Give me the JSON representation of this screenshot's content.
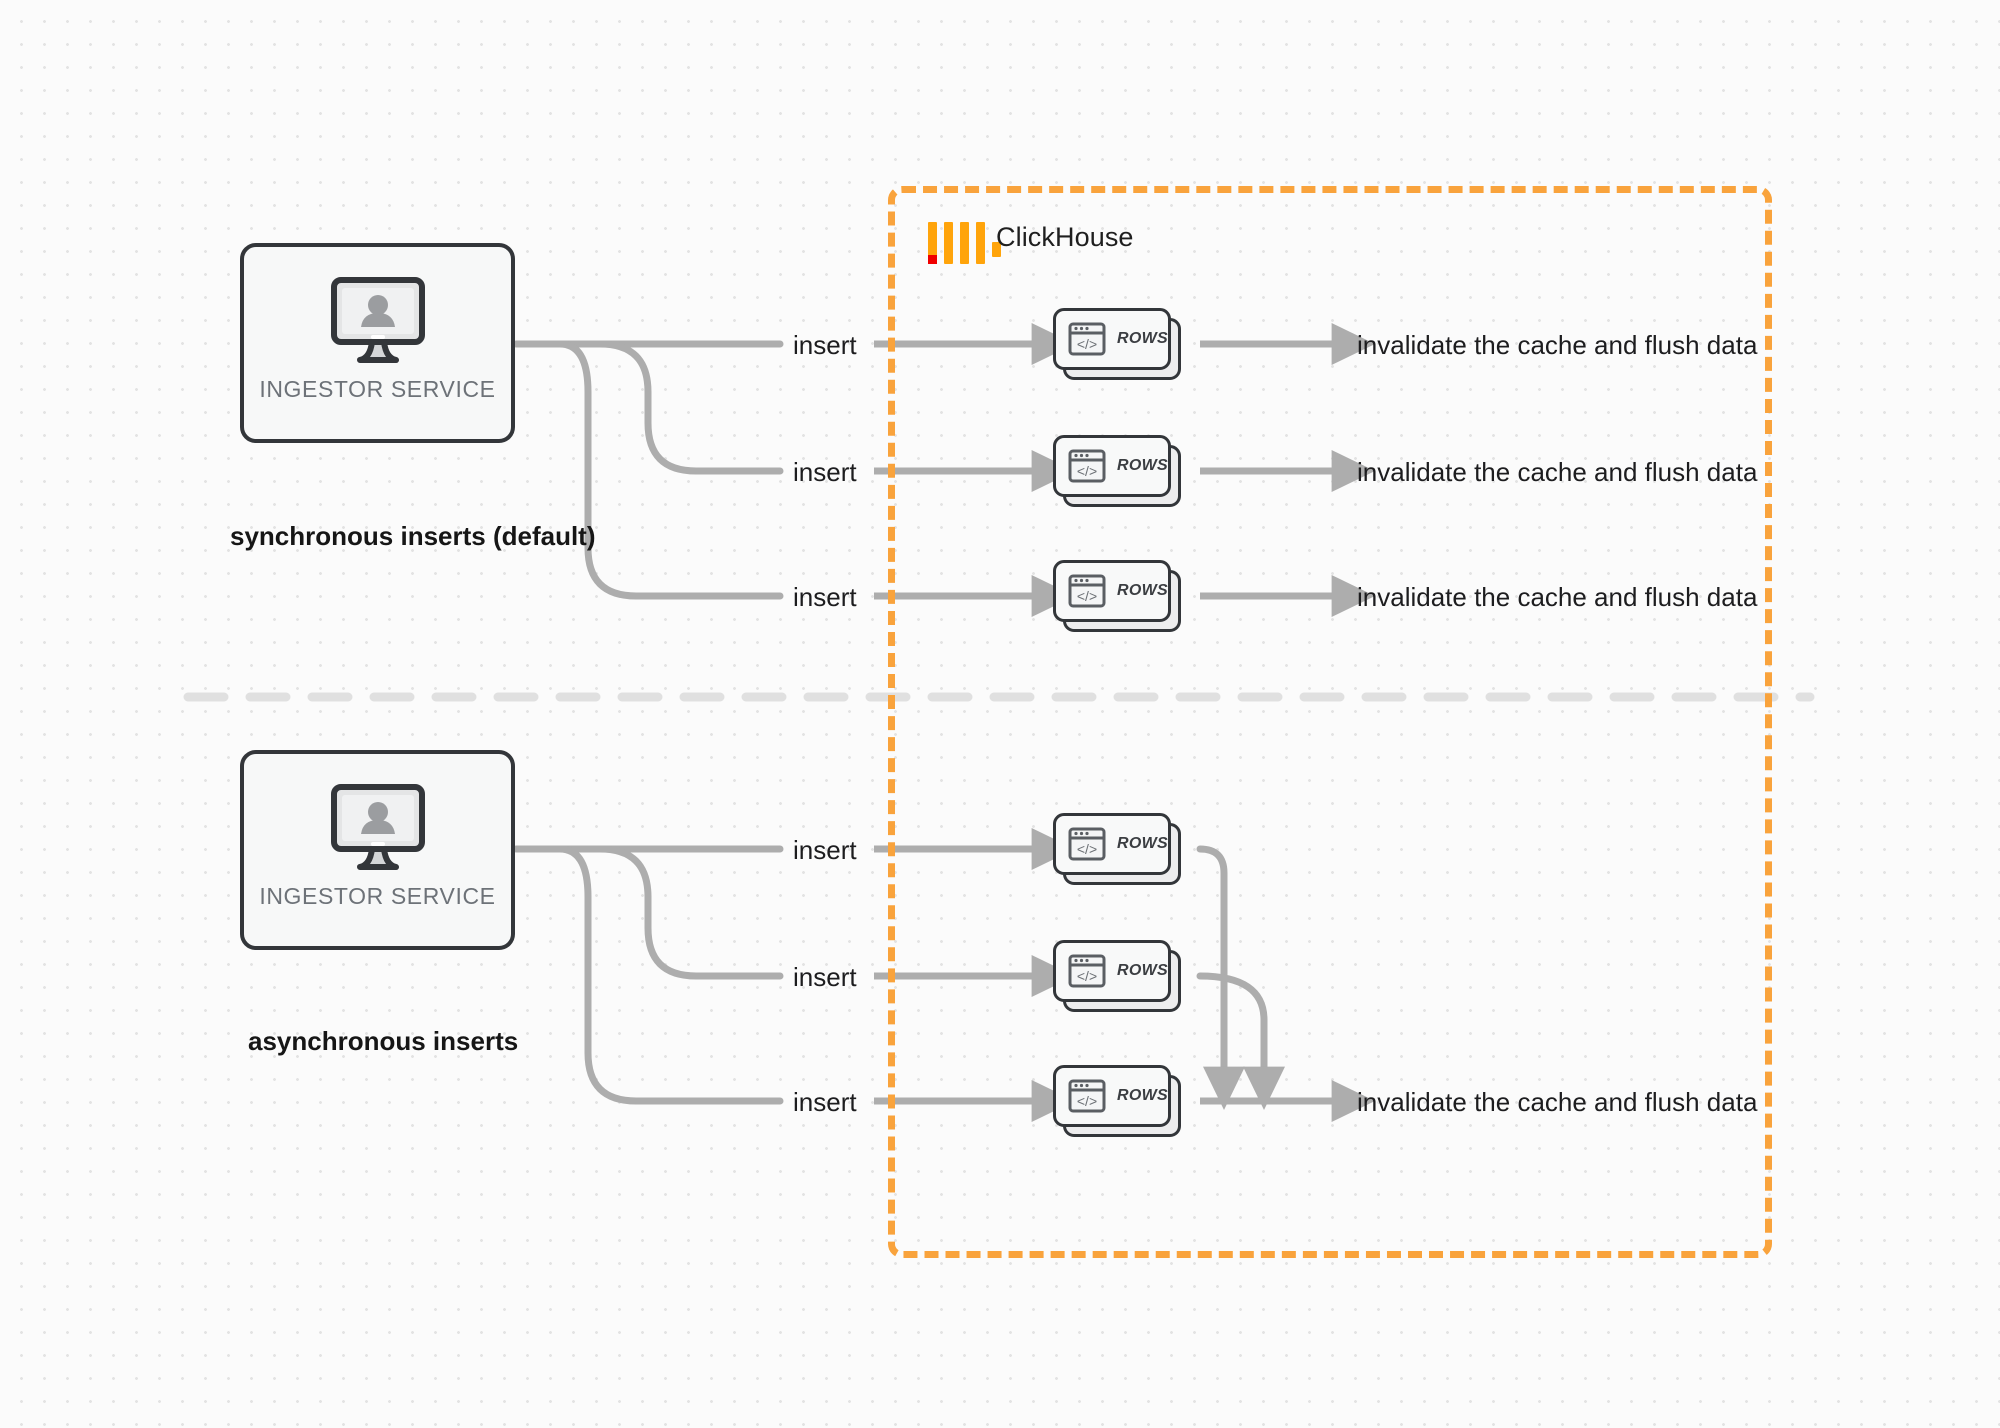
{
  "diagram": {
    "title": "ClickHouse synchronous vs asynchronous inserts",
    "colors": {
      "container_border": "#F9A33C",
      "logo_orange": "#FFA40B",
      "logo_red": "#F00000",
      "line_gray": "#ADADAD",
      "node_outline": "#33363a",
      "background": "#fbfbfb"
    }
  },
  "container": {
    "name": "ClickHouse",
    "logo_icon": "clickhouse-logo-icon"
  },
  "sections": [
    {
      "id": "synchronous",
      "mode_label": "synchronous inserts (default)",
      "service": {
        "label": "INGESTOR SERVICE",
        "icon": "monitor-user-icon"
      },
      "flows": [
        {
          "insert_label": "insert",
          "node_label": "ROWS",
          "node_icon": "code-window-icon",
          "result_label": "invalidate the cache and flush data"
        },
        {
          "insert_label": "insert",
          "node_label": "ROWS",
          "node_icon": "code-window-icon",
          "result_label": "invalidate the cache and flush data"
        },
        {
          "insert_label": "insert",
          "node_label": "ROWS",
          "node_icon": "code-window-icon",
          "result_label": "invalidate the cache and flush data"
        }
      ]
    },
    {
      "id": "asynchronous",
      "mode_label": "asynchronous inserts",
      "service": {
        "label": "INGESTOR SERVICE",
        "icon": "monitor-user-icon"
      },
      "flows": [
        {
          "insert_label": "insert",
          "node_label": "ROWS",
          "node_icon": "code-window-icon"
        },
        {
          "insert_label": "insert",
          "node_label": "ROWS",
          "node_icon": "code-window-icon"
        },
        {
          "insert_label": "insert",
          "node_label": "ROWS",
          "node_icon": "code-window-icon"
        }
      ],
      "merged_result_label": "invalidate the cache and flush data"
    }
  ]
}
